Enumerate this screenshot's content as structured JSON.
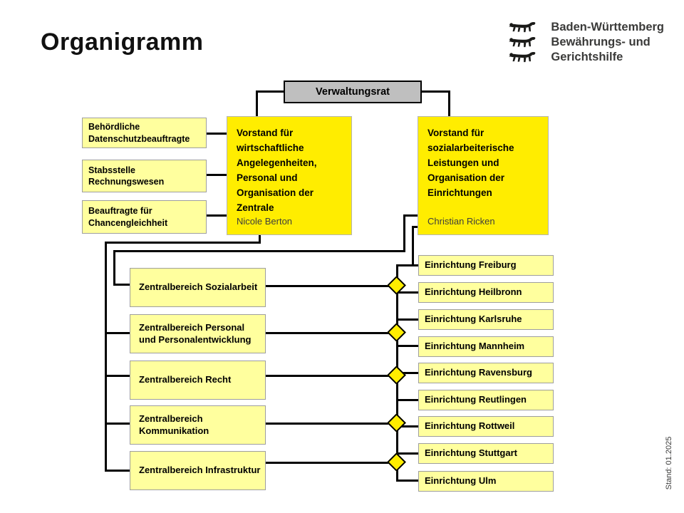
{
  "page": {
    "title": "Organigramm",
    "stand_note": "Stand: 01.2025"
  },
  "logo": {
    "line1": "Baden-Württemberg",
    "line2": "Bewährungs- und",
    "line3": "Gerichtshilfe"
  },
  "chart": {
    "board": {
      "label": "Verwaltungsrat"
    },
    "executives": [
      {
        "title": "Vorstand für wirtschaftliche Angelegenheiten, Personal und Organisation der Zentrale",
        "name": "Nicole Berton"
      },
      {
        "title": "Vorstand für sozialarbeiterische Leistungen und Organisation der Einrichtungen",
        "name": "Christian Ricken"
      }
    ],
    "staff_units": [
      "Behördliche Datenschutzbeauftragte",
      "Stabsstelle Rechnungswesen",
      "Beauftragte für Chancengleichheit"
    ],
    "central_units": [
      "Zentralbereich Sozialarbeit",
      "Zentralbereich Personal und Personalentwicklung",
      "Zentralbereich Recht",
      "Zentralbereich Kommunikation",
      "Zentralbereich Infrastruktur"
    ],
    "facilities": [
      "Einrichtung Freiburg",
      "Einrichtung Heilbronn",
      "Einrichtung Karlsruhe",
      "Einrichtung Mannheim",
      "Einrichtung Ravensburg",
      "Einrichtung Reutlingen",
      "Einrichtung Rottweil",
      "Einrichtung Stuttgart",
      "Einrichtung Ulm"
    ],
    "colors": {
      "bright_yellow": "#ffed00",
      "light_yellow": "#ffff9e",
      "gray_box": "#bfbfbf",
      "line": "#000000"
    }
  }
}
